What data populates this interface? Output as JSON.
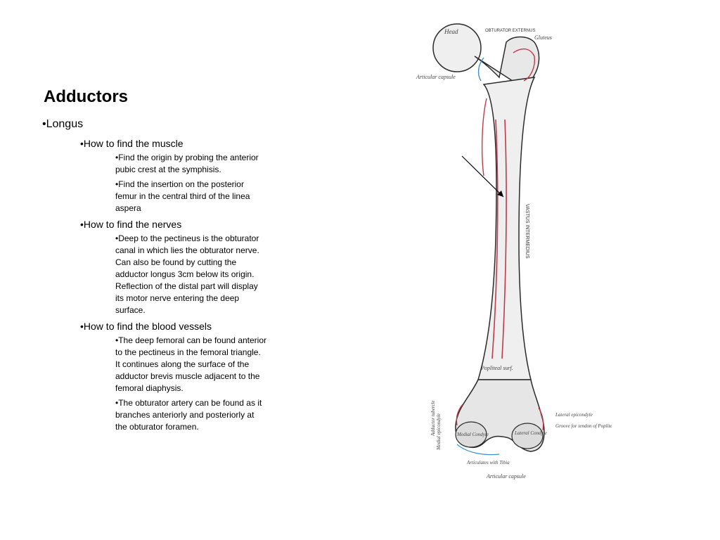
{
  "title": "Adductors",
  "muscle": "•Longus",
  "sections": [
    {
      "heading": "•How to find the muscle",
      "items": [
        "•Find the origin by probing the anterior pubic crest at the symphisis.",
        "•Find the insertion on the posterior femur in the central third of the linea aspera"
      ]
    },
    {
      "heading": "•How to find the nerves",
      "items": [
        "•Deep to the pectineus is the obturator canal in which lies the obturator nerve. Can also be found by cutting the adductor longus 3cm below its origin. Reflection of the distal part will display its motor nerve entering the deep surface."
      ]
    },
    {
      "heading": "•How to find the blood vessels",
      "items": [
        "•The deep femoral can be found anterior to the pectineus in the femoral triangle. It continues along the surface of the adductor brevis muscle adjacent to the femoral diaphysis.",
        "•The obturator artery can be found as it branches anteriorly and posteriorly at the obturator foramen."
      ]
    }
  ],
  "figure_labels": {
    "head": "Head",
    "obturator_externus": "OBTURATOR EXTERNUS",
    "gluteus": "Gluteus",
    "articular_capsule_top": "Articular capsule",
    "vastus_intermedius": "VASTUS INTERMEDIUS",
    "popliteal_surface": "Popliteal surf.",
    "adductor_tubercle": "Adductor tubercle",
    "medial_epicondyle": "Medial epicondyle",
    "medial_condyle": "Medial Condyle",
    "lateral_condyle": "Lateral Condyle",
    "lateral_epicondyle": "Lateral epicondyle",
    "groove_popliteus": "Groove for tendon of Popliteus",
    "articular_capsule_bottom": "Articular capsule",
    "articulates_tibia": "Articulates with Tibia"
  },
  "colors": {
    "bone_fill": "#efefef",
    "bone_stroke": "#2a2a2a",
    "muscle_line": "#c0394b",
    "capsule_line": "#3a8fd0"
  }
}
